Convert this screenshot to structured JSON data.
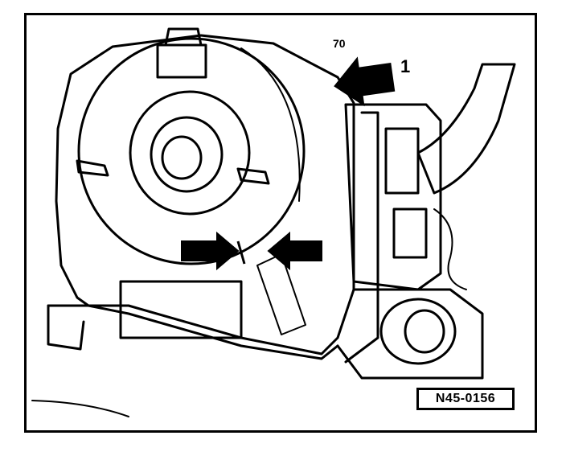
{
  "figure": {
    "callout_number": "1",
    "part_marking": "70",
    "reference_code": "N45-0156",
    "colors": {
      "ink": "#000000",
      "paper": "#ffffff"
    }
  }
}
